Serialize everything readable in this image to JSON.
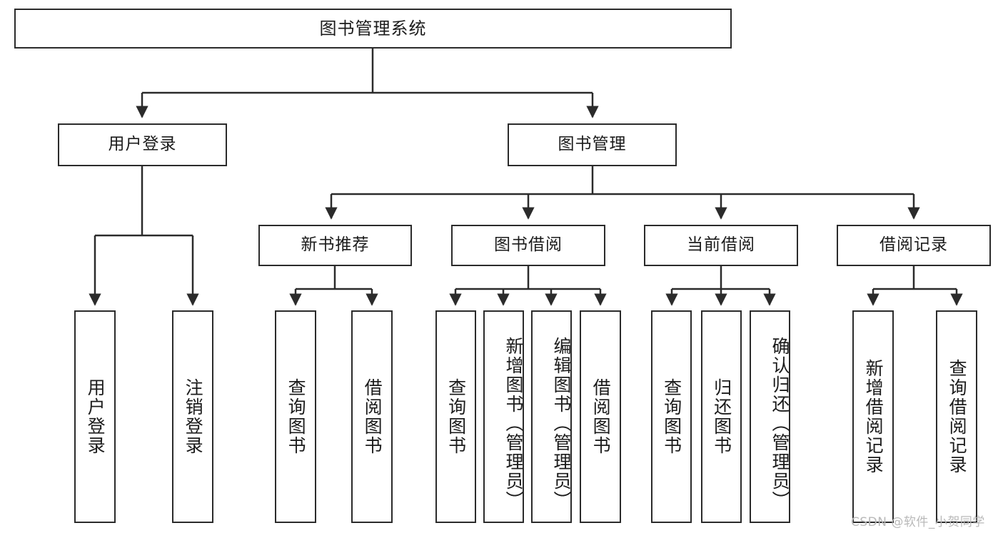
{
  "diagram": {
    "title": "图书管理系统",
    "type": "tree-hierarchy-chart",
    "root": {
      "label": "图书管理系统"
    },
    "level2": [
      {
        "label": "用户登录"
      },
      {
        "label": "图书管理"
      }
    ],
    "level3": [
      {
        "label": "新书推荐"
      },
      {
        "label": "图书借阅"
      },
      {
        "label": "当前借阅"
      },
      {
        "label": "借阅记录"
      }
    ],
    "leaves": {
      "user_login": [
        {
          "label": "用户登录"
        },
        {
          "label": "注销登录"
        }
      ],
      "new_book_recommend": [
        {
          "label": "查询图书"
        },
        {
          "label": "借阅图书"
        }
      ],
      "book_borrow": [
        {
          "label": "查询图书"
        },
        {
          "label": "新增图书（管理员）"
        },
        {
          "label": "编辑图书（管理员）"
        },
        {
          "label": "借阅图书"
        }
      ],
      "current_borrow": [
        {
          "label": "查询图书"
        },
        {
          "label": "归还图书"
        },
        {
          "label": "确认归还（管理员）"
        }
      ],
      "borrow_record": [
        {
          "label": "新增借阅记录"
        },
        {
          "label": "查询借阅记录"
        }
      ]
    }
  },
  "watermark": {
    "text": "CSDN @软件_小贺同学"
  },
  "colors": {
    "stroke": "#2b2b2b",
    "background": "#ffffff",
    "text": "#1b1b1b",
    "watermark": "#b9b9b9"
  }
}
